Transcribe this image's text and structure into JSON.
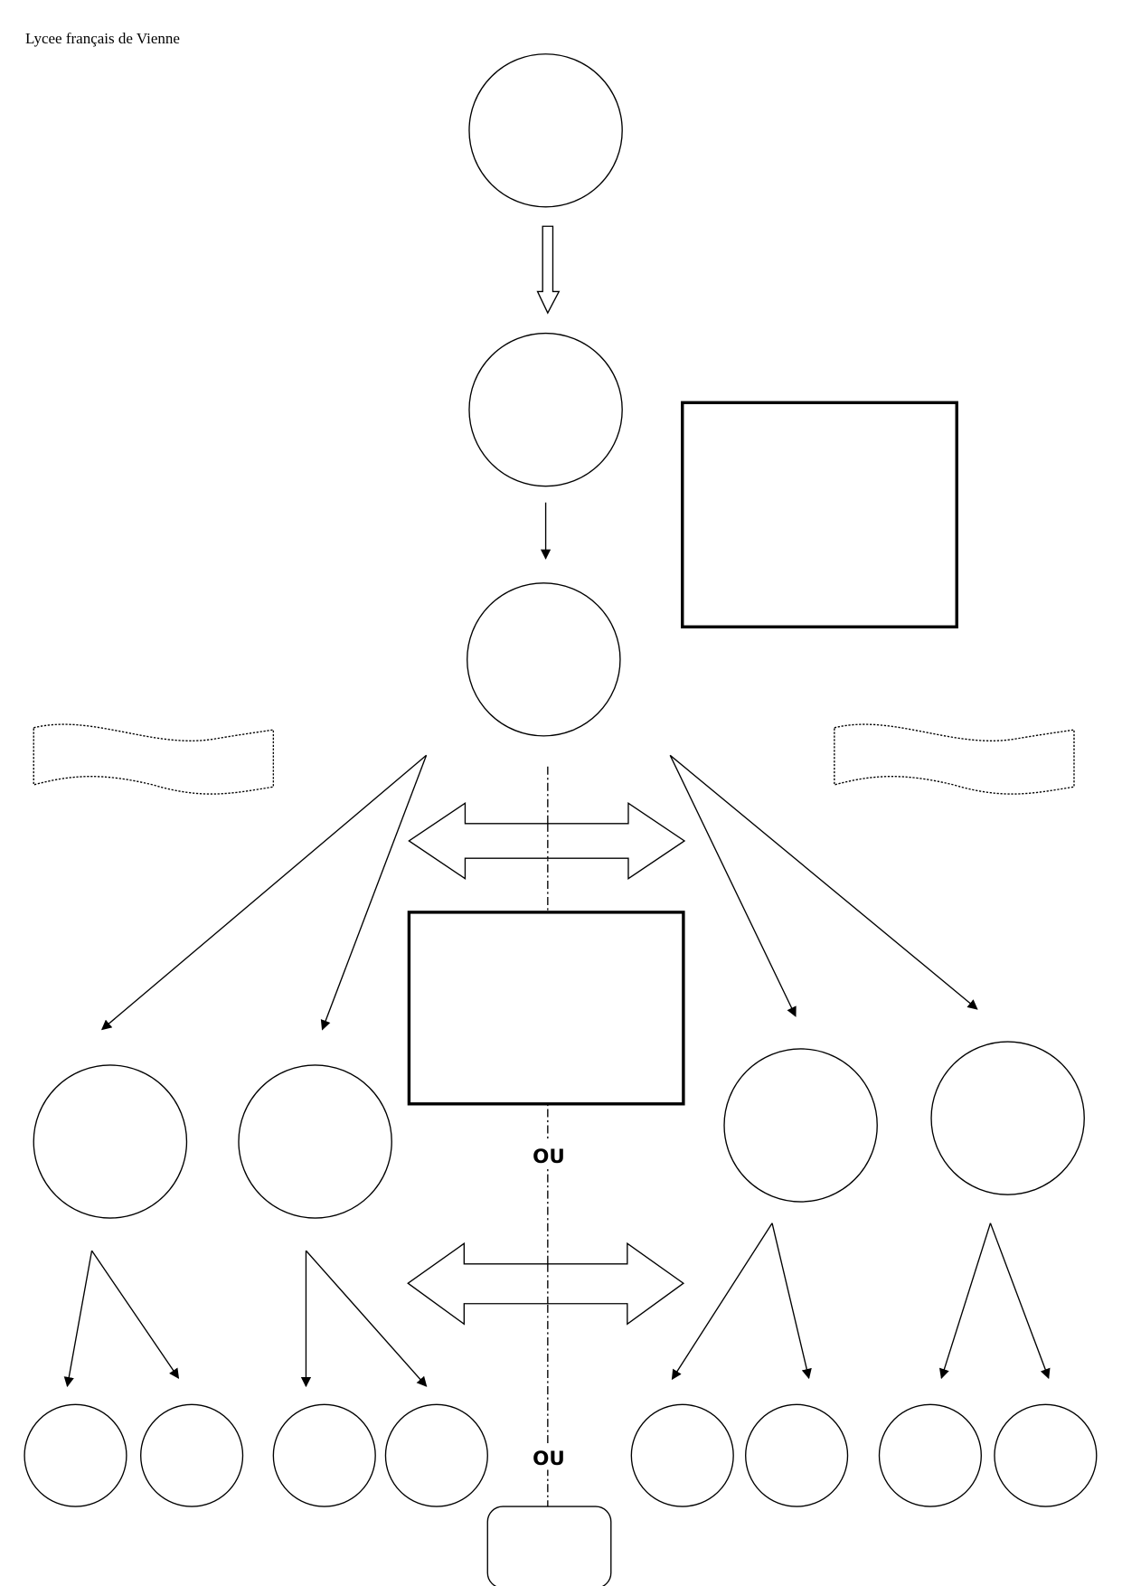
{
  "header": {
    "school": "Lycee français de Vienne"
  },
  "labels": {
    "or_1": "OU",
    "or_2": "OU"
  },
  "colors": {
    "stroke": "#000000",
    "background": "#ffffff"
  }
}
